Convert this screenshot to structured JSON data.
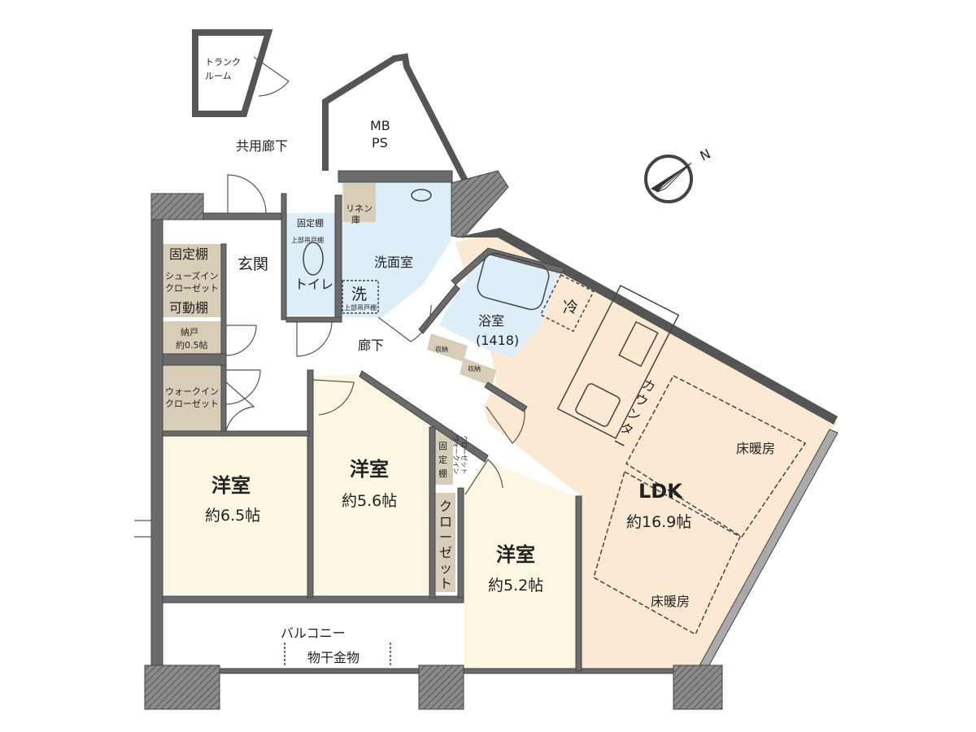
{
  "colors": {
    "wall": "#666666",
    "room": "#fbf7e3",
    "water": "#ddeef8",
    "ldk": "#fbe9d3",
    "storage": "#d8ceb8",
    "entrance": "#ffffff"
  },
  "labels": {
    "trunk_room": [
      "トランク",
      "ルーム"
    ],
    "common_corridor": "共用廊下",
    "mb": "MB",
    "ps": "PS",
    "fixed_shelf": "固定棚",
    "shoe_closet": [
      "シューズイン",
      "クローゼット"
    ],
    "movable_shelf": "可動棚",
    "closet_nando": "納戸",
    "closet_nando_area": "約0.5帖",
    "walkin_closet_1": [
      "ウォークイン",
      "クローゼット"
    ],
    "genkan": "玄関",
    "toilet_fixed_shelf": "固定棚",
    "toilet_upper_shelf": "上部吊戸棚",
    "toilet": "トイレ",
    "linen": [
      "リネン",
      "庫"
    ],
    "washroom": "洗面室",
    "washer": "洗",
    "washer_upper_shelf": "上部吊戸棚",
    "bathroom": "浴室",
    "bathroom_size": "(1418)",
    "corridor": "廊下",
    "storage_1": "収納",
    "storage_2": "収納",
    "fridge": "冷",
    "counter": [
      "カ",
      "ウ",
      "ン",
      "タ",
      "ー"
    ],
    "western_1": "洋室",
    "western_1_area": "約6.5帖",
    "western_2": "洋室",
    "western_2_area": "約5.6帖",
    "western_3": "洋室",
    "western_3_area": "約5.2帖",
    "fixed_shelf_2": [
      "固",
      "定",
      "棚"
    ],
    "walkin_closet_2": [
      "ウォークイン",
      "クローゼット"
    ],
    "closet": [
      "ク",
      "ロ",
      "ー",
      "ゼ",
      "ッ",
      "ト"
    ],
    "ldk": "LDK",
    "ldk_area": "約16.9帖",
    "floor_heating_1": "床暖房",
    "floor_heating_2": "床暖房",
    "balcony": "バルコニー",
    "drying_hardware": "物干金物",
    "north": "N"
  }
}
